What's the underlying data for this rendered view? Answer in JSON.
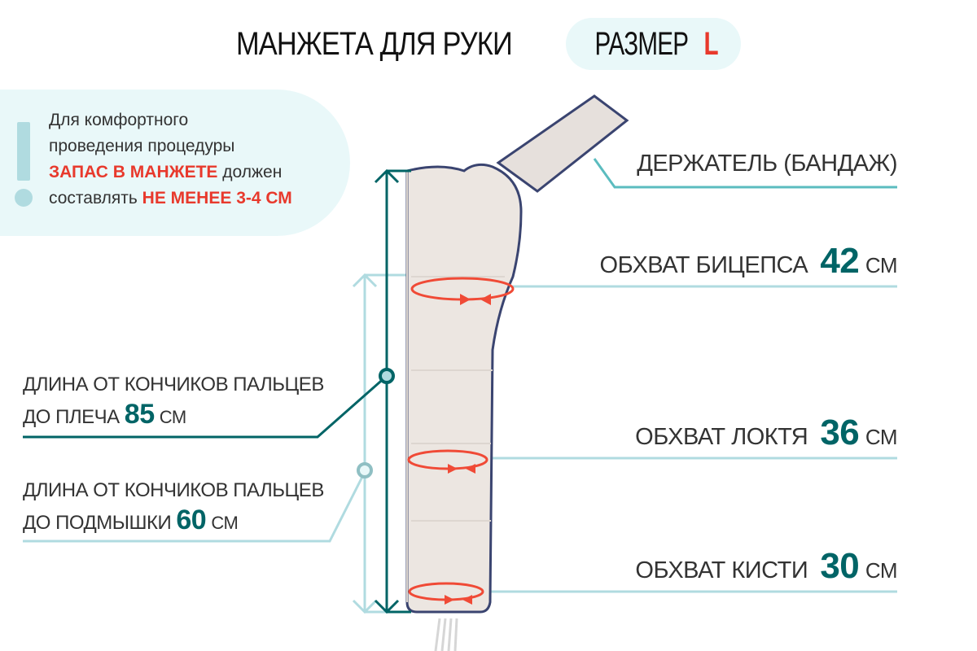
{
  "header": {
    "title": "МАНЖЕТА ДЛЯ РУКИ",
    "size_label": "РАЗМЕР",
    "size_value": "L"
  },
  "note": {
    "icon": "exclamation-icon",
    "line1": "Для комфортного",
    "line2": "проведения процедуры",
    "line3_highlight": "ЗАПАС В МАНЖЕТЕ",
    "line3_rest": " должен",
    "line4_start": "составлять ",
    "line4_highlight": "НЕ МЕНЕЕ 3-4 СМ"
  },
  "labels": {
    "holder": "ДЕРЖАТЕЛЬ (БАНДАЖ)",
    "biceps": {
      "text": "ОБХВАТ БИЦЕПСА",
      "value": "42",
      "unit": "СМ"
    },
    "elbow": {
      "text": "ОБХВАТ ЛОКТЯ",
      "value": "36",
      "unit": "СМ"
    },
    "wrist": {
      "text": "ОБХВАТ КИСТИ",
      "value": "30",
      "unit": "СМ"
    },
    "length_shoulder": {
      "line1": "ДЛИНА ОТ КОНЧИКОВ ПАЛЬЦЕВ",
      "line2": "ДО ПЛЕЧА",
      "value": "85",
      "unit": "СМ"
    },
    "length_armpit": {
      "line1": "ДЛИНА ОТ КОНЧИКОВ ПАЛЬЦЕВ",
      "line2": "ДО ПОДМЫШКИ",
      "value": "60",
      "unit": "СМ"
    }
  },
  "colors": {
    "accent_dark": "#006466",
    "accent_light": "#b0dbe0",
    "highlight_red": "#e8392c",
    "pill_bg": "#e9f8f9",
    "cuff": "#ebe5e0",
    "cuff_trim": "#3a4470"
  }
}
